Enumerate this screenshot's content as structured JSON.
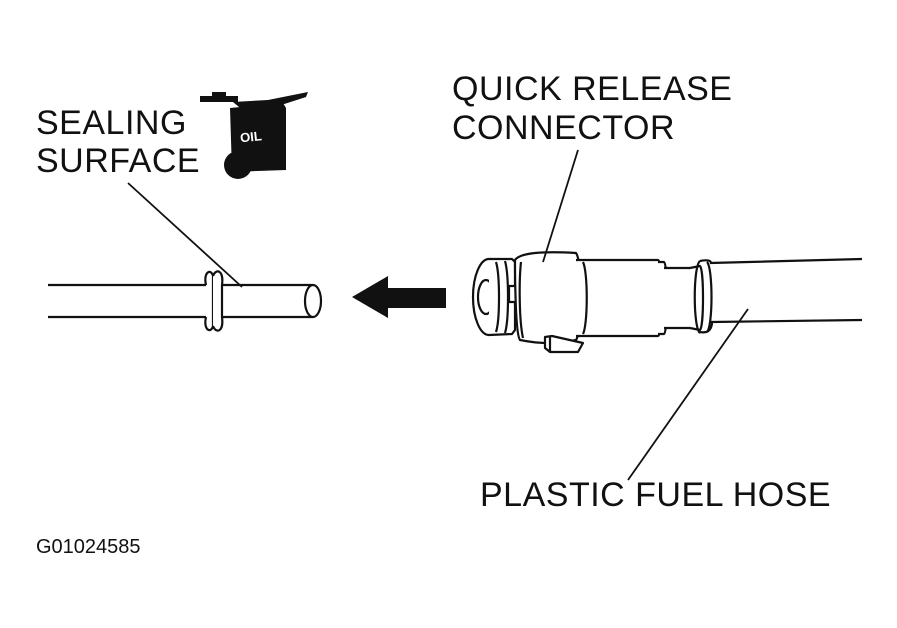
{
  "labels": {
    "sealing_surface_line1": "SEALING",
    "sealing_surface_line2": "SURFACE",
    "quick_release_line1": "QUICK RELEASE",
    "quick_release_line2": "CONNECTOR",
    "plastic_fuel_hose": "PLASTIC FUEL HOSE"
  },
  "oil_can": {
    "text": "OIL",
    "icon": "oil-can-icon"
  },
  "figure_id": "G01024585",
  "colors": {
    "ink": "#111111",
    "background": "#ffffff"
  }
}
